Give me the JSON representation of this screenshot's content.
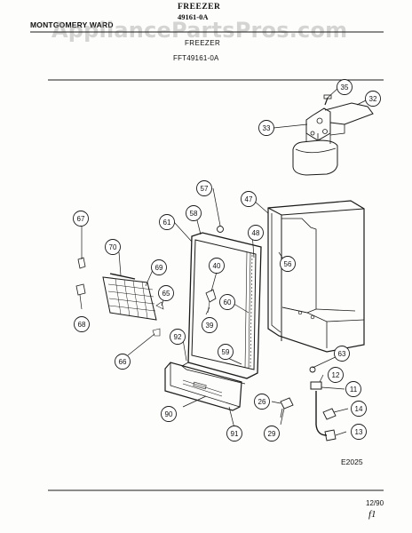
{
  "header": {
    "brand": "MONTGOMERY WARD",
    "title_line1": "FREEZER",
    "title_line2": "49161-0A",
    "subtitle": "FREEZER",
    "model": "FFT49161-0A"
  },
  "watermark": "AppliancePartsPros.com",
  "diagram_code": "E2025",
  "date_code": "12/90",
  "signature": "f1",
  "callouts": [
    {
      "id": "c35",
      "label": "35"
    },
    {
      "id": "c32",
      "label": "32"
    },
    {
      "id": "c33",
      "label": "33"
    },
    {
      "id": "c57",
      "label": "57"
    },
    {
      "id": "c47",
      "label": "47"
    },
    {
      "id": "c58",
      "label": "58"
    },
    {
      "id": "c61",
      "label": "61"
    },
    {
      "id": "c67",
      "label": "67"
    },
    {
      "id": "c48",
      "label": "48"
    },
    {
      "id": "c70",
      "label": "70"
    },
    {
      "id": "c56",
      "label": "56"
    },
    {
      "id": "c40",
      "label": "40"
    },
    {
      "id": "c69",
      "label": "69"
    },
    {
      "id": "c65",
      "label": "65"
    },
    {
      "id": "c60",
      "label": "60"
    },
    {
      "id": "c68",
      "label": "68"
    },
    {
      "id": "c39",
      "label": "39"
    },
    {
      "id": "c92",
      "label": "92"
    },
    {
      "id": "c66",
      "label": "66"
    },
    {
      "id": "c59",
      "label": "59"
    },
    {
      "id": "c63",
      "label": "63"
    },
    {
      "id": "c12",
      "label": "12"
    },
    {
      "id": "c11",
      "label": "11"
    },
    {
      "id": "c26",
      "label": "26"
    },
    {
      "id": "c14",
      "label": "14"
    },
    {
      "id": "c90",
      "label": "90"
    },
    {
      "id": "c91",
      "label": "91"
    },
    {
      "id": "c29",
      "label": "29"
    },
    {
      "id": "c13",
      "label": "13"
    }
  ]
}
